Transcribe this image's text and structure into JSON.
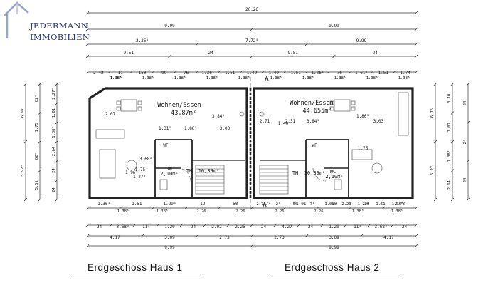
{
  "logo": {
    "line1": "JEDERMANN",
    "line2": "IMMOBILIEN"
  },
  "captions": {
    "haus1": "Erdgeschoss Haus 1",
    "haus2": "Erdgeschoss Haus 2"
  },
  "dimensions": {
    "top": {
      "row1": [
        "20.26"
      ],
      "row2": [
        "9.99",
        "9.99"
      ],
      "row3": [
        "2.26⁵",
        "7.72⁵",
        "9.99"
      ],
      "row4": [
        "9.51",
        "24",
        "9.51",
        "24"
      ],
      "row5": [
        "2.42",
        "11",
        "150",
        "99",
        "76",
        "1.36⁵",
        "1.51",
        "1.49",
        "1.49",
        "1.51",
        "1.36⁵",
        "76",
        "1.61⁵",
        "1.51",
        "1.74"
      ],
      "row6": [
        "1.38⁵",
        "1.38⁵",
        "1.38⁵",
        "1.38⁵",
        "1.38⁵",
        "1.38⁵",
        "1.38⁵",
        "1.38⁵",
        "1.38⁵",
        "1.38⁵"
      ]
    },
    "bottom": {
      "row1": [
        "1.36⁵",
        "1.51",
        "1.29⁵",
        "12",
        "50",
        "7¹",
        "1.01",
        "50",
        "26",
        "2.73",
        "2.73",
        "2⁰",
        "50",
        "7¹",
        "1.01",
        "2.23",
        "1.29⁵",
        "1.51",
        "1.36⁵"
      ],
      "row1b": [
        "1.38⁵",
        "1.38⁵",
        "2.26",
        "2.26",
        "2.26",
        "2.26",
        "1.38⁵",
        "1.38⁵"
      ],
      "row2": [
        "24",
        "3.68⁵",
        "11⁵",
        "1.20",
        "24",
        "2.02",
        "2.25",
        "24",
        "4.27",
        "24",
        "1.20",
        "11⁵",
        "3.68⁵",
        "24"
      ],
      "row3": [
        "4.17",
        "3.09",
        "2.73",
        "2.73",
        "3.09",
        "4.17"
      ],
      "row4": [
        "9.99",
        "9.99"
      ]
    },
    "left": [
      "6.97",
      "5.92⁵",
      "82⁵",
      "1.75",
      "82⁵",
      "5.51",
      "2.27⁵",
      "1.01",
      "1.38⁵",
      "2.64",
      "24",
      "24"
    ],
    "right": [
      "6.75",
      "6.27",
      "3.10",
      "1.01",
      "1.38⁵",
      "2.64",
      "24",
      "24",
      "24"
    ]
  },
  "rooms": {
    "wohnen1": {
      "name": "Wohnen/Essen",
      "area": "43,87m²"
    },
    "wohnen2": {
      "name": "Wohnen/Essen",
      "area": "44,655m²"
    },
    "wc1": {
      "name": "WC",
      "area": "2,10m²"
    },
    "wc2": {
      "name": "WC",
      "area": "2,10m²"
    },
    "th1": {
      "name": "TH. 10,39m²"
    },
    "th2": {
      "name": "TH. 10,39m²"
    },
    "wf1": "WF",
    "wf2": "WF",
    "section_mark": "A"
  },
  "inner_dims": [
    "2.07",
    "1.31⁵",
    "1.86⁵",
    "3.84⁵",
    "3.03",
    "2.71",
    "1.40",
    "2.31",
    "3.84⁵",
    "1.80⁵",
    "3.03",
    "3.68⁵",
    "1.75",
    "1.75",
    "1.27⁵",
    "1.96⁵"
  ]
}
